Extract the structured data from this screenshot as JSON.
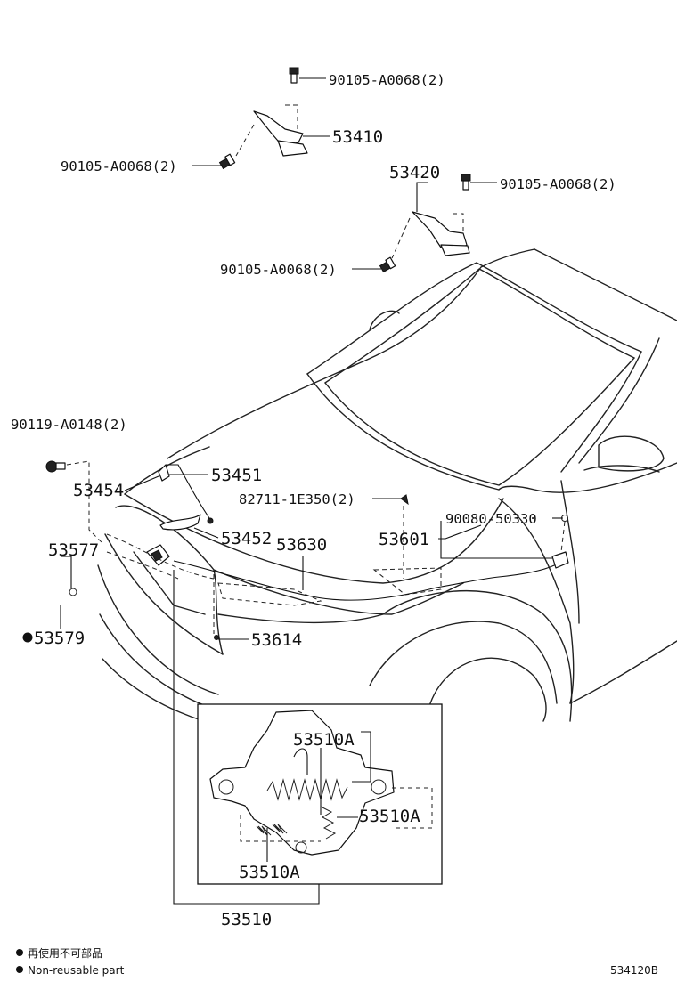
{
  "labels": {
    "bolt_53410_top": "90105-A0068(2)",
    "hinge_lh": "53410",
    "bolt_53410_side": "90105-A0068(2)",
    "hinge_rh": "53420",
    "bolt_53420_top": "90105-A0068(2)",
    "bolt_53420_side": "90105-A0068(2)",
    "bolt_support": "90119-A0148(2)",
    "rod_53451": "53451",
    "part_53454": "53454",
    "holder_53452": "53452",
    "cable_53630": "53630",
    "part_53577": "53577",
    "part_53579": "53579",
    "cable_53614": "53614",
    "clip_82711": "82711-1E350(2)",
    "lever_53601": "53601",
    "screw_90080": "90080-50330",
    "spring_a1": "53510A",
    "spring_a2": "53510A",
    "spring_a3": "53510A",
    "lock_assy": "53510"
  },
  "legend": {
    "non_reusable_jp": "再使用不可部品",
    "non_reusable_en": "Non-reusable part"
  },
  "figure_code": "534120B"
}
